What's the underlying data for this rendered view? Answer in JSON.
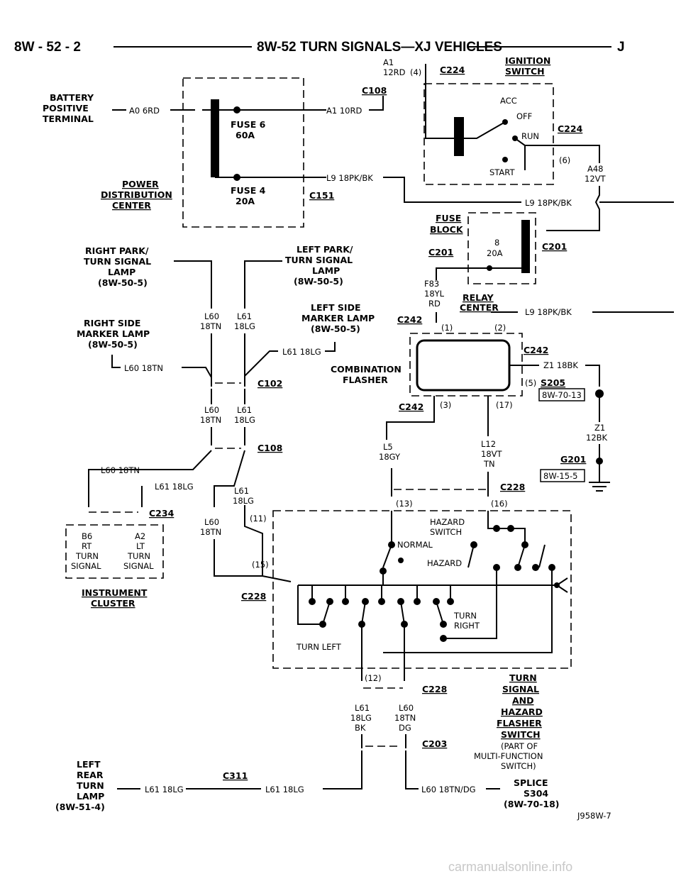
{
  "header": {
    "page": "8W - 52 - 2",
    "title": "8W-52 TURN SIGNALS—XJ VEHICLES",
    "letter": "J"
  },
  "labels": {
    "battery": [
      "BATTERY",
      "POSITIVE",
      "TERMINAL"
    ],
    "pdc": [
      "POWER",
      "DISTRIBUTION",
      "CENTER"
    ],
    "fuse6": [
      "FUSE 6",
      "60A"
    ],
    "fuse4": [
      "FUSE 4",
      "20A"
    ],
    "ign": [
      "IGNITION",
      "SWITCH"
    ],
    "ign_pos": [
      "ACC",
      "OFF",
      "RUN",
      "START"
    ],
    "fuse_block": [
      "FUSE",
      "BLOCK"
    ],
    "fuse8": [
      "8",
      "20A"
    ],
    "relay": [
      "RELAY",
      "CENTER"
    ],
    "rt_park": [
      "RIGHT PARK/",
      "TURN SIGNAL",
      "LAMP",
      "(8W-50-5)"
    ],
    "lt_park": [
      "LEFT PARK/",
      "TURN SIGNAL",
      "LAMP",
      "(8W-50-5)"
    ],
    "rt_side": [
      "RIGHT SIDE",
      "MARKER LAMP",
      "(8W-50-5)"
    ],
    "lt_side": [
      "LEFT SIDE",
      "MARKER LAMP",
      "(8W-50-5)"
    ],
    "flasher": [
      "COMBINATION",
      "FLASHER"
    ],
    "cluster": [
      "INSTRUMENT",
      "CLUSTER"
    ],
    "cluster_box": [
      "B6",
      "A2",
      "RT",
      "LT",
      "TURN",
      "TURN",
      "SIGNAL",
      "SIGNAL"
    ],
    "hazard": [
      "HAZARD",
      "SWITCH",
      "NORMAL",
      "HAZARD"
    ],
    "turn_right": [
      "TURN",
      "RIGHT"
    ],
    "turn_left": "TURN LEFT",
    "tshs": [
      "TURN",
      "SIGNAL",
      "AND",
      "HAZARD",
      "FLASHER",
      "SWITCH",
      "(PART OF",
      "MULTI-FUNCTION",
      "SWITCH)"
    ],
    "left_rear": [
      "LEFT",
      "REAR",
      "TURN",
      "LAMP",
      "(8W-51-4)"
    ],
    "splice": [
      "SPLICE",
      "S304",
      "(8W-70-18)"
    ],
    "ref1": "8W-70-13",
    "ref2": "8W-15-5",
    "fig": "J958W-7"
  },
  "connectors": [
    "C224",
    "C108",
    "C151",
    "C201",
    "C242",
    "S205",
    "G201",
    "C102",
    "C234",
    "C228",
    "C203",
    "C311"
  ],
  "wires": {
    "a0": "A0 6RD",
    "a1": "A1 10RD",
    "a1b": [
      "A1",
      "12RD"
    ],
    "l9": "L9 18PK/BK",
    "a48": [
      "A48",
      "12VT"
    ],
    "f83": [
      "F83",
      "18YL",
      "RD"
    ],
    "z1": "Z1 18BK",
    "z1b": [
      "Z1",
      "12BK"
    ],
    "l5": [
      "L5",
      "18GY"
    ],
    "l12": [
      "L12",
      "18VT",
      "TN"
    ],
    "l60": [
      "L60",
      "18TN"
    ],
    "l61": [
      "L61",
      "18LG"
    ],
    "l60tn": "L60 18TN",
    "l61lg": "L61 18LG",
    "l61bk": [
      "L61",
      "18LG",
      "BK"
    ],
    "l60dg": [
      "L60",
      "18TN",
      "DG"
    ],
    "l60tndg": "L60 18TN/DG"
  },
  "pins": [
    "(4)",
    "(6)",
    "(1)",
    "(2)",
    "(5)",
    "(3)",
    "(17)",
    "(13)",
    "(16)",
    "(11)",
    "(15)",
    "(12)"
  ],
  "watermark": "carmanualsonline.info"
}
